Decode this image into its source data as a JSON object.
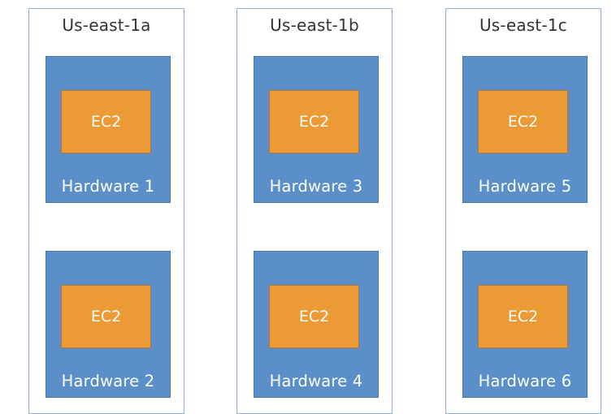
{
  "zones": [
    {
      "title": "Us-east-1a",
      "hardware": [
        {
          "label": "Hardware 1",
          "instance": "EC2"
        },
        {
          "label": "Hardware 2",
          "instance": "EC2"
        }
      ]
    },
    {
      "title": "Us-east-1b",
      "hardware": [
        {
          "label": "Hardware 3",
          "instance": "EC2"
        },
        {
          "label": "Hardware 4",
          "instance": "EC2"
        }
      ]
    },
    {
      "title": "Us-east-1c",
      "hardware": [
        {
          "label": "Hardware 5",
          "instance": "EC2"
        },
        {
          "label": "Hardware 6",
          "instance": "EC2"
        }
      ]
    }
  ],
  "colors": {
    "hardware_fill": "#5b8fc9",
    "ec2_fill": "#ec9a35",
    "zone_border": "#8fb0d3"
  }
}
